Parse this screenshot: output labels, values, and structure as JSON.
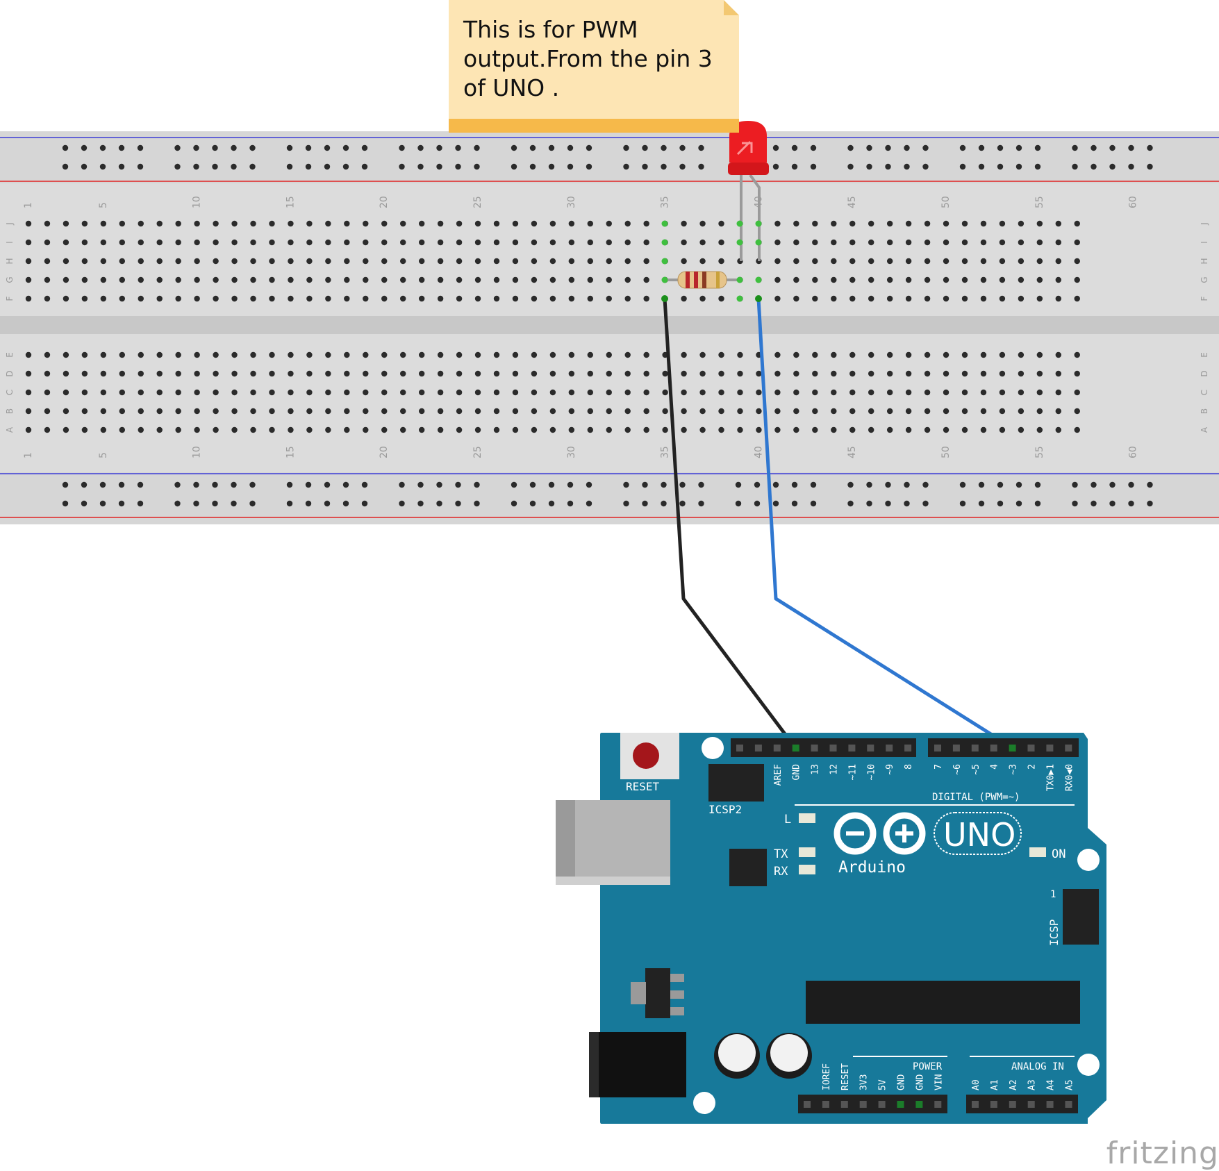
{
  "note": {
    "text": "This is for PWM\noutput.From the pin 3\nof UNO ."
  },
  "breadboard": {
    "column_labels": [
      "1",
      "5",
      "10",
      "15",
      "20",
      "25",
      "30",
      "35",
      "40",
      "45",
      "50",
      "55",
      "60"
    ],
    "top_row_labels": [
      "J",
      "I",
      "H",
      "G",
      "F"
    ],
    "bottom_row_labels": [
      "E",
      "D",
      "C",
      "B",
      "A"
    ]
  },
  "arduino": {
    "reset_label": "RESET",
    "icsp2_label": "ICSP2",
    "icsp_label": "ICSP",
    "icsp_pin1": "1",
    "led_l": "L",
    "led_tx": "TX",
    "led_rx": "RX",
    "led_on": "ON",
    "brand": "Arduino",
    "model": "UNO",
    "digital_title": "DIGITAL (PWM=~)",
    "power_title": "POWER",
    "analog_title": "ANALOG IN",
    "header_left_pins": [
      "AREF",
      "GND",
      "13",
      "12",
      "~11",
      "~10",
      "~9",
      "8"
    ],
    "header_right_pins": [
      "7",
      "~6",
      "~5",
      "4",
      "~3",
      "2",
      "TX0▶1",
      "RX0◀0"
    ],
    "power_pins": [
      "IOREF",
      "RESET",
      "3V3",
      "5V",
      "GND",
      "GND",
      "VIN"
    ],
    "analog_pins": [
      "A0",
      "A1",
      "A2",
      "A3",
      "A4",
      "A5"
    ]
  },
  "wires": [
    {
      "name": "GND wire",
      "color": "#222222"
    },
    {
      "name": "PWM pin 3 wire",
      "color": "#2f77d0"
    }
  ],
  "colors": {
    "board": "#17799a",
    "breadboard": "#dcdcdc",
    "led": "#e8161b",
    "note": "#fde5b4",
    "note_bar": "#f6b94a"
  },
  "watermark": "fritzing"
}
